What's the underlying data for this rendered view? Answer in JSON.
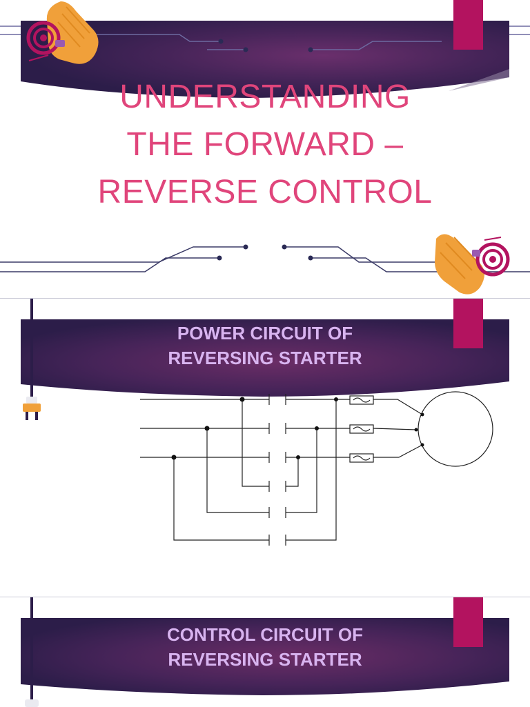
{
  "slides": [
    {
      "title_lines": [
        "UNDERSTANDING",
        "THE FORWARD –",
        "REVERSE CONTROL"
      ]
    },
    {
      "heading_lines": [
        "POWER CIRCUIT OF",
        "REVERSING STARTER"
      ]
    },
    {
      "heading_lines": [
        "CONTROL CIRCUIT OF",
        "REVERSING STARTER"
      ]
    }
  ],
  "colors": {
    "banner_dark": "#2f1f4c",
    "banner_mid": "#5a2b63",
    "accent_magenta": "#b3135f",
    "title_pink": "#e0457b",
    "heading_lilac": "#d8b4f0",
    "glove_orange": "#f0a03a",
    "trace_navy": "#3a3a66"
  },
  "icons": [
    "glove-coil-icon",
    "plug-icon",
    "bookmark-tab-icon",
    "motor-icon",
    "overload-relay-icon",
    "contact-icon"
  ]
}
